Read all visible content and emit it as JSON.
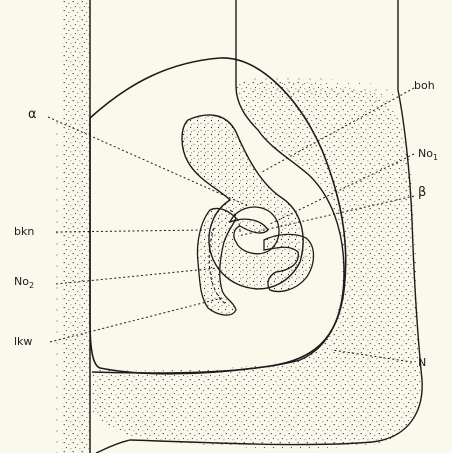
{
  "labels": {
    "alpha": "α",
    "bkn": "bkn",
    "no2_base": "No",
    "no2_sub": "2",
    "lkw": "lkw",
    "boh": "boh",
    "no1_base": "No",
    "no1_sub": "1",
    "beta": "β",
    "n": "N"
  },
  "colors": {
    "background": "#fbf8ec",
    "ink": "#1c1c1c"
  }
}
